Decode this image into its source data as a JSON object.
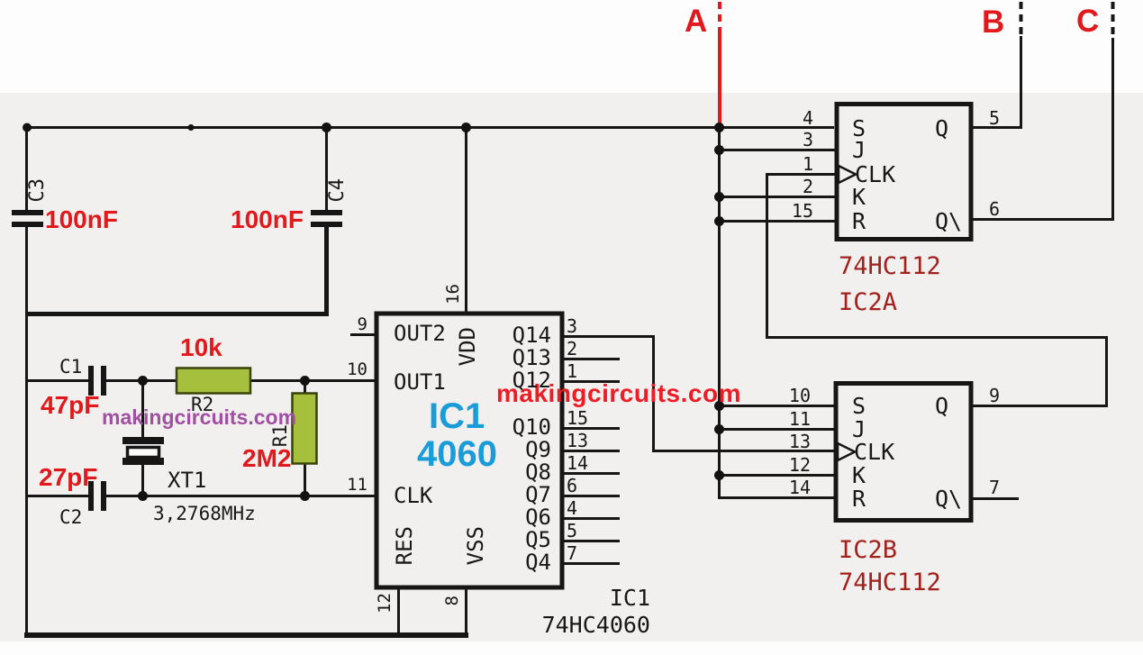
{
  "watermarks": {
    "purple": "makingcircuits.com",
    "red": "makingcircuits.com"
  },
  "terminals": {
    "a": "A",
    "b": "B",
    "c": "C"
  },
  "colors": {
    "wire": "#161616",
    "value_red": "#e2191c",
    "watermark_red": "#ee1c24",
    "watermark_purple": "#a04fa2",
    "ic_blue": "#1a9cd9",
    "ic2_label_red": "#a2211c",
    "resistor_fill": "#a6bf3c",
    "background": "#f2f0ee"
  },
  "supply": {
    "c3": {
      "ref": "C3",
      "value": "100nF"
    },
    "c4": {
      "ref": "C4",
      "value": "100nF"
    }
  },
  "oscillator": {
    "c1": {
      "ref": "C1",
      "value": "47pF"
    },
    "c2": {
      "ref": "C2",
      "value": "27pF"
    },
    "r2": {
      "ref": "R2",
      "value": "10k"
    },
    "r1": {
      "ref": "R1",
      "value": "2M2"
    },
    "xtal": {
      "ref": "XT1",
      "freq": "3,2768MHz"
    }
  },
  "ic1": {
    "title": "IC1",
    "part": "4060",
    "pins": {
      "out2": {
        "num": "9",
        "label": "OUT2"
      },
      "out1": {
        "num": "10",
        "label": "OUT1"
      },
      "clk": {
        "num": "11",
        "label": "CLK"
      },
      "vdd": {
        "num": "16",
        "label": "VDD"
      },
      "vss": {
        "num": "8",
        "label": "VSS"
      },
      "res": {
        "num": "12",
        "label": "RES"
      }
    },
    "outputs": [
      {
        "num": "3",
        "label": "Q14"
      },
      {
        "num": "2",
        "label": "Q13"
      },
      {
        "num": "1",
        "label": "Q12"
      },
      {
        "num": "15",
        "label": "Q10"
      },
      {
        "num": "13",
        "label": "Q9"
      },
      {
        "num": "14",
        "label": "Q8"
      },
      {
        "num": "6",
        "label": "Q7"
      },
      {
        "num": "4",
        "label": "Q6"
      },
      {
        "num": "5",
        "label": "Q5"
      },
      {
        "num": "7",
        "label": "Q4"
      }
    ],
    "footer": {
      "ref": "IC1",
      "part": "74HC4060"
    }
  },
  "ic2a": {
    "ref": "IC2A",
    "part": "74HC112",
    "inputs": [
      {
        "num": "4",
        "label": "S"
      },
      {
        "num": "3",
        "label": "J"
      },
      {
        "num": "1",
        "label": "CLK"
      },
      {
        "num": "2",
        "label": "K"
      },
      {
        "num": "15",
        "label": "R"
      }
    ],
    "outputs": [
      {
        "num": "5",
        "label": "Q"
      },
      {
        "num": "6",
        "label": "Q\\"
      }
    ]
  },
  "ic2b": {
    "ref": "IC2B",
    "part": "74HC112",
    "inputs": [
      {
        "num": "10",
        "label": "S"
      },
      {
        "num": "11",
        "label": "J"
      },
      {
        "num": "13",
        "label": "CLK"
      },
      {
        "num": "12",
        "label": "K"
      },
      {
        "num": "14",
        "label": "R"
      }
    ],
    "outputs": [
      {
        "num": "9",
        "label": "Q"
      },
      {
        "num": "7",
        "label": "Q\\"
      }
    ]
  }
}
